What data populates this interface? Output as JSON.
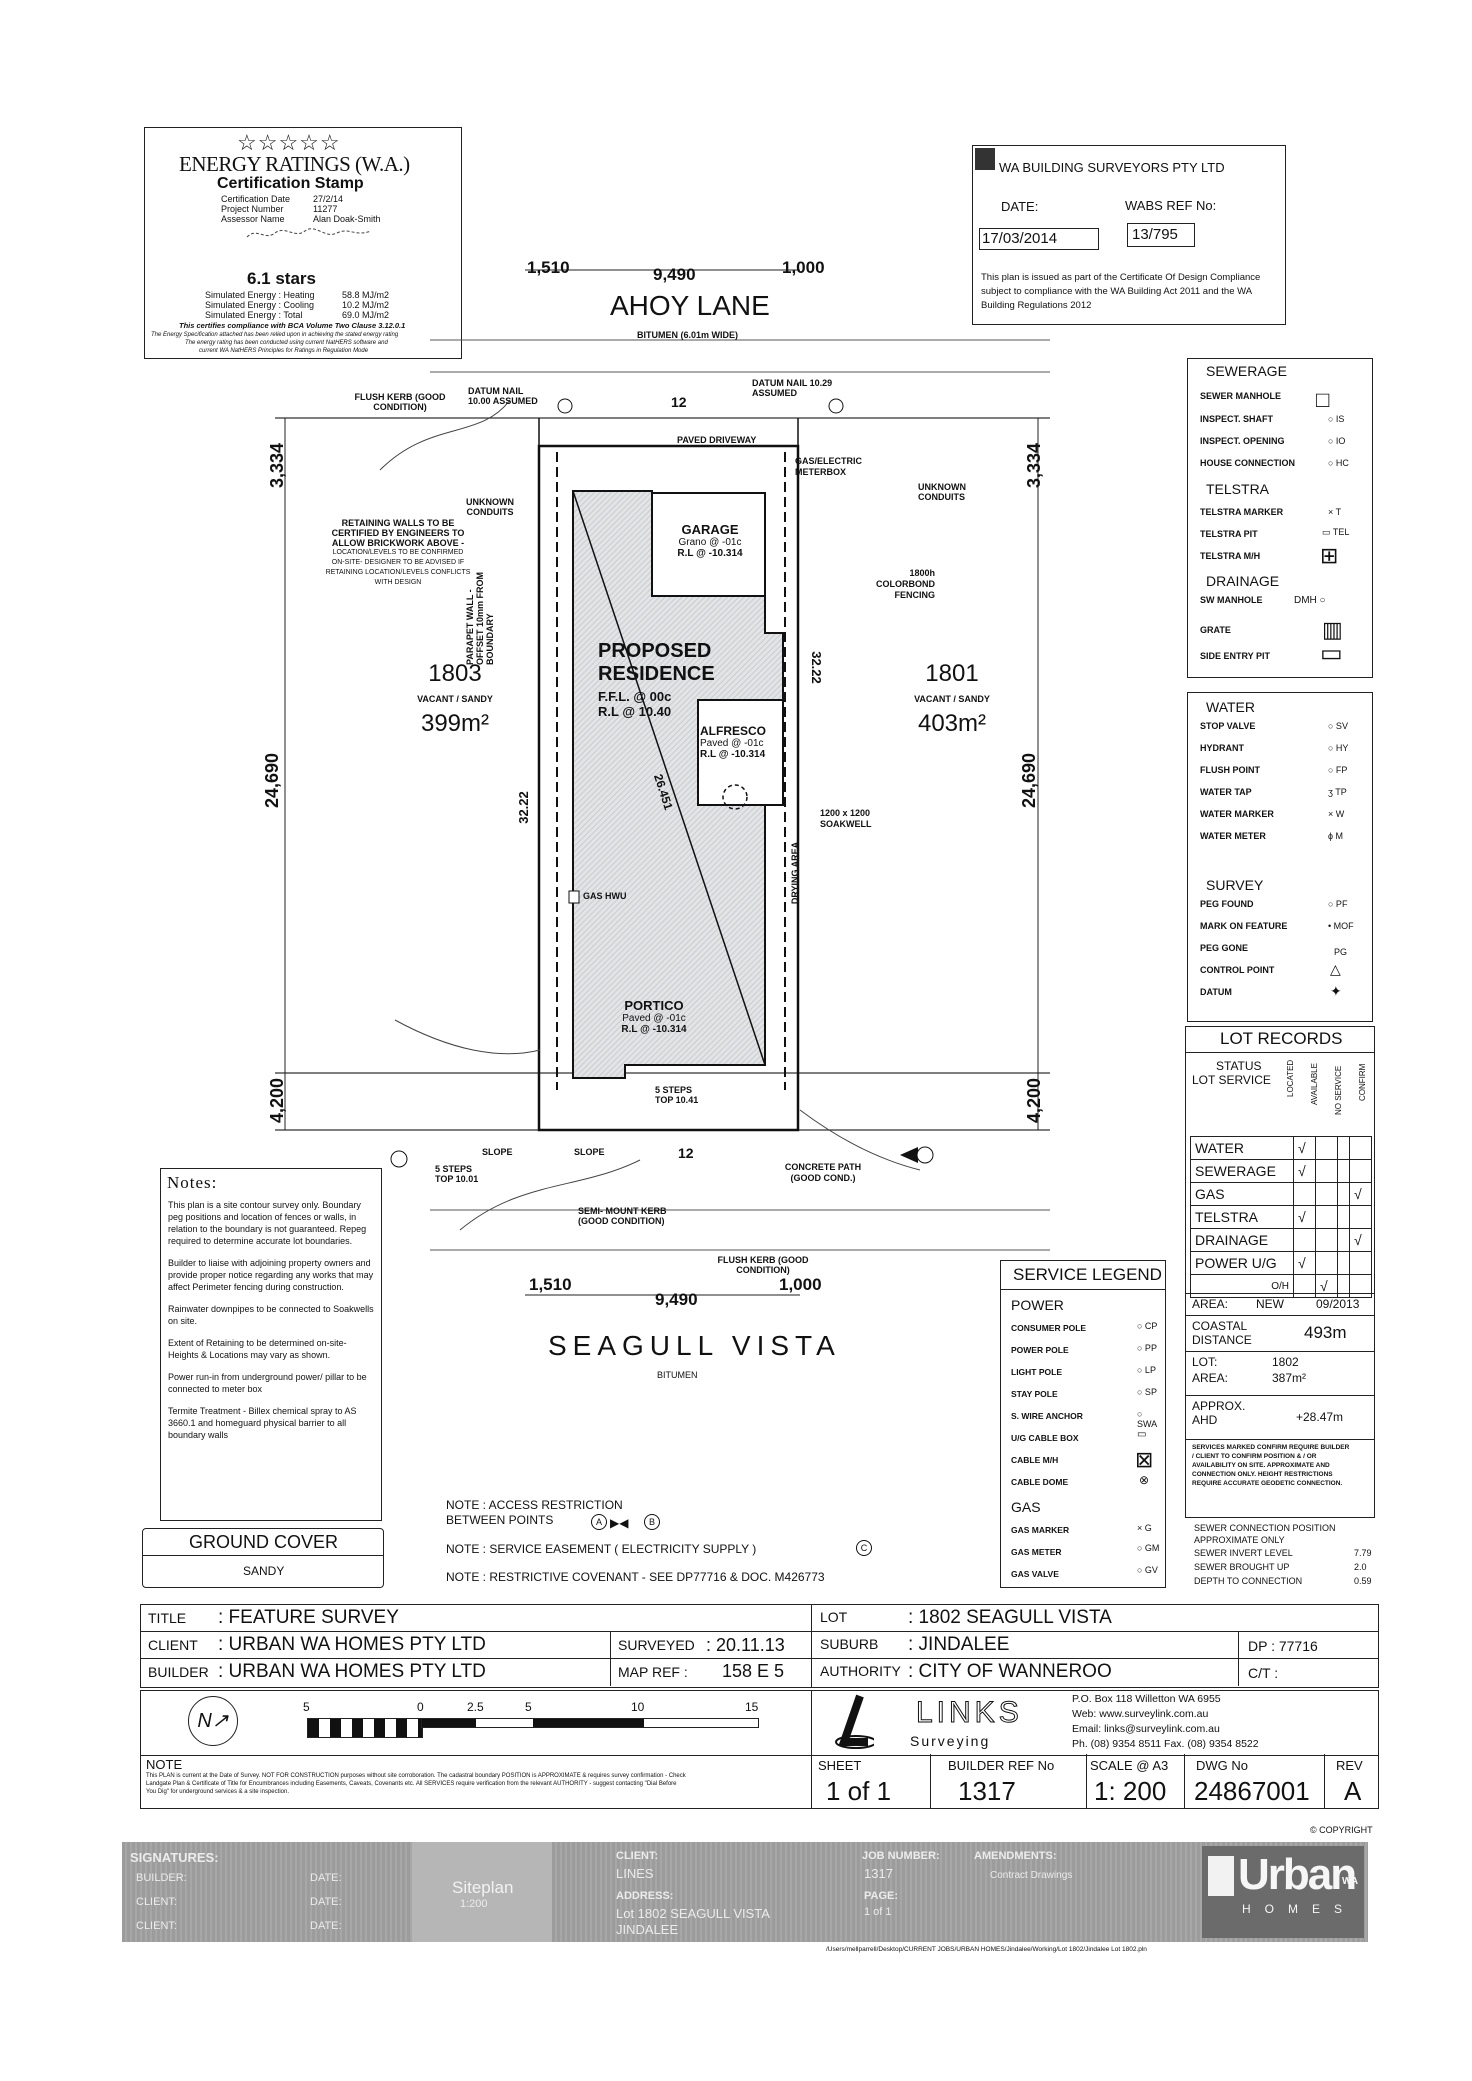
{
  "energy": {
    "stars": "☆☆☆☆☆",
    "brand": "ENERGY RATINGS (W.A.)",
    "stamp": "Certification Stamp",
    "rows": [
      {
        "k": "Certification Date",
        "v": "27/2/14"
      },
      {
        "k": "Project Number",
        "v": "11277"
      },
      {
        "k": "Assessor Name",
        "v": "Alan Doak-Smith"
      }
    ],
    "rating": "6.1 stars",
    "energy_rows": [
      {
        "k": "Simulated Energy : Heating",
        "v": "58.8 MJ/m2"
      },
      {
        "k": "Simulated Energy : Cooling",
        "v": "10.2 MJ/m2"
      },
      {
        "k": "Simulated Energy : Total",
        "v": "69.0 MJ/m2"
      }
    ],
    "compliance": "This certifies compliance with BCA Volume Two Clause 3.12.0.1",
    "fine1": "The Energy Specification attached has been relied upon in achieving the stated energy rating",
    "fine2": "The energy rating has been conducted using current NatHERS software and",
    "fine3": "current WA NatHERS Principles for Ratings in Regulation Mode"
  },
  "wabs": {
    "company": "WA BUILDING SURVEYORS PTY LTD",
    "date_label": "DATE:",
    "date": "17/03/2014",
    "ref_label": "WABS REF No:",
    "ref": "13/795",
    "note": "This plan is issued as part of the Certificate Of Design Compliance subject to compliance with the WA Building Act 2011 and the WA Building Regulations 2012"
  },
  "plan": {
    "street_top": "AHOY LANE",
    "street_top_sub": "BITUMEN (6.01m WIDE)",
    "street_bottom": "SEAGULL VISTA",
    "street_bottom_sub": "BITUMEN",
    "dim_top": [
      "1,510",
      "9,490",
      "1,000"
    ],
    "dim_bottom": [
      "1,510",
      "9,490",
      "1,000"
    ],
    "side_dims": [
      "3,334",
      "24,690",
      "4,200"
    ],
    "lot_left": {
      "num": "1803",
      "desc": "VACANT / SANDY",
      "area": "399m²"
    },
    "lot_right": {
      "num": "1801",
      "desc": "VACANT / SANDY",
      "area": "403m²"
    },
    "residence": [
      "PROPOSED",
      "RESIDENCE",
      "F.F.L. @ 00c",
      "R.L @ 10.40"
    ],
    "garage": [
      "GARAGE",
      "Grano @ -01c",
      "R.L @ -10.314"
    ],
    "alfresco": [
      "ALFRESCO",
      "Paved @ -01c",
      "R.L @ -10.314"
    ],
    "portico": [
      "PORTICO",
      "Paved @ -01c",
      "R.L @ -10.314"
    ],
    "retaining": [
      "RETAINING WALLS TO BE",
      "CERTIFIED BY ENGINEERS TO",
      "ALLOW BRICKWORK ABOVE -",
      "LOCATION/LEVELS TO BE CONFIRMED",
      "ON-SITE- DESIGNER TO BE ADVISED IF",
      "RETAINING LOCATION/LEVELS CONFLICTS",
      "WITH DESIGN"
    ],
    "labels": {
      "flush_kerb_top": "FLUSH KERB (GOOD CONDITION)",
      "datum_left": "DATUM NAIL 10.00 ASSUMED",
      "datum_right": "DATUM NAIL 10.29 ASSUMED",
      "paved_driveway": "PAVED DRIVEWAY",
      "gas_box": "GAS/ELECTRIC METERBOX",
      "unknown_left": "UNKNOWN CONDUITS",
      "unknown_right": "UNKNOWN CONDUITS",
      "colorbond": "1800h COLORBOND FENCING",
      "soakwell": "1200 x 1200 SOAKWELL",
      "gas_hwu": "GAS HWU",
      "parapet": "PARAPET WALL - OFFSET 10mm FROM BOUNDARY",
      "concrete_path": "CONCRETE PATH (GOOD COND.)",
      "mountable_kerb": "SEMI- MOUNT KERB (GOOD CONDITION)",
      "flush_kerb_bottom": "FLUSH KERB (GOOD CONDITION)",
      "steps1": "5 STEPS TOP 10.01",
      "steps2": "5 STEPS TOP 10.41",
      "diag": "26.451",
      "side_322": "32.22",
      "drying": "DRYING AREA",
      "slope": "SLOPE",
      "num12_top": "12",
      "num12_bottom": "12"
    }
  },
  "notes": {
    "title": "Notes:",
    "items": [
      "This plan is a site contour survey only. Boundary peg positions and location of fences or walls, in relation to the boundary is not guaranteed. Repeg required to determine accurate lot boundaries.",
      "Builder to liaise with adjoining property owners and provide proper notice regarding any works that may affect Perimeter fencing during construction.",
      "Rainwater downpipes to be connected to Soakwells on site.",
      "Extent of Retaining to be determined on-site- Heights & Locations may vary as shown.",
      "Power run-in from underground power/ pillar to be connected to meter box",
      "Termite Treatment - Billex chemical spray to AS 3660.1 and homeguard physical barrier to all boundary walls"
    ]
  },
  "ground_cover": {
    "title": "GROUND COVER",
    "value": "SANDY"
  },
  "restriction_notes": [
    "NOTE : ACCESS RESTRICTION BETWEEN POINTS",
    "NOTE : SERVICE EASEMENT ( ELECTRICITY SUPPLY )",
    "NOTE : RESTRICTIVE COVENANT - SEE DP77716 & DOC. M426773"
  ],
  "legend1": {
    "sewerage": "SEWERAGE",
    "sewer_items": [
      {
        "l": "SEWER MANHOLE",
        "s": "□"
      },
      {
        "l": "INSPECT. SHAFT",
        "s": "○ IS"
      },
      {
        "l": "INSPECT. OPENING",
        "s": "○ IO"
      },
      {
        "l": "HOUSE CONNECTION",
        "s": "○ HC"
      }
    ],
    "telstra": "TELSTRA",
    "telstra_items": [
      {
        "l": "TELSTRA MARKER",
        "s": "× T"
      },
      {
        "l": "TELSTRA PIT",
        "s": "▭ TEL"
      },
      {
        "l": "TELSTRA M/H",
        "s": "⊞"
      }
    ],
    "drainage": "DRAINAGE",
    "drain_items": [
      {
        "l": "SW MANHOLE",
        "s": "DMH ○"
      },
      {
        "l": "GRATE",
        "s": "▥"
      },
      {
        "l": "SIDE ENTRY PIT",
        "s": "▭"
      }
    ]
  },
  "legend2": {
    "water": "WATER",
    "water_items": [
      {
        "l": "STOP VALVE",
        "s": "○ SV"
      },
      {
        "l": "HYDRANT",
        "s": "○ HY"
      },
      {
        "l": "FLUSH POINT",
        "s": "○ FP"
      },
      {
        "l": "WATER TAP",
        "s": "ʒ TP"
      },
      {
        "l": "WATER MARKER",
        "s": "× W"
      },
      {
        "l": "WATER METER",
        "s": "ɸ M"
      }
    ],
    "survey": "SURVEY",
    "survey_items": [
      {
        "l": "PEG FOUND",
        "s": "○ PF"
      },
      {
        "l": "MARK ON FEATURE",
        "s": "• MOF"
      },
      {
        "l": "PEG GONE",
        "s": "PG"
      },
      {
        "l": "CONTROL POINT",
        "s": "△"
      },
      {
        "l": "DATUM",
        "s": "✦"
      }
    ]
  },
  "lot_records": {
    "title": "LOT RECORDS",
    "status": "STATUS",
    "lot_service": "LOT SERVICE",
    "cols": [
      "LOCATED",
      "AVAILABLE",
      "NO SERVICE",
      "CONFIRM"
    ],
    "rows": [
      {
        "name": "WATER",
        "marks": [
          "√",
          "",
          "",
          ""
        ]
      },
      {
        "name": "SEWERAGE",
        "marks": [
          "√",
          "",
          "",
          ""
        ]
      },
      {
        "name": "GAS",
        "marks": [
          "",
          "",
          "",
          "√"
        ]
      },
      {
        "name": "TELSTRA",
        "marks": [
          "√",
          "",
          "",
          ""
        ]
      },
      {
        "name": "DRAINAGE",
        "marks": [
          "",
          "",
          "",
          "√"
        ]
      },
      {
        "name": "POWER U/G",
        "marks": [
          "√",
          "",
          "",
          ""
        ]
      },
      {
        "name": "O/H",
        "marks": [
          "",
          "√",
          "",
          ""
        ]
      }
    ],
    "area_label": "AREA:",
    "area_new": "NEW",
    "area_date": "09/2013",
    "coastal_label": "COASTAL DISTANCE",
    "coastal": "493m",
    "lot_label": "LOT:",
    "lot": "1802",
    "lot_area_label": "AREA:",
    "lot_area": "387m²",
    "ahd_label": "APPROX. AHD",
    "ahd": "+28.47m",
    "disclaimer": "SERVICES MARKED CONFIRM REQUIRE BUILDER / CLIENT TO CONFIRM POSITION & / OR AVAILABILITY ON SITE. APPROXIMATE AND CONNECTION ONLY. HEIGHT RESTRICTIONS REQUIRE ACCURATE GEODETIC CONNECTION.",
    "sewer_conn": "SEWER CONNECTION POSITION APPROXIMATE ONLY",
    "sewer_rows": [
      {
        "k": "SEWER INVERT LEVEL",
        "v": "7.79"
      },
      {
        "k": "SEWER BROUGHT UP",
        "v": "2.0"
      },
      {
        "k": "DEPTH TO CONNECTION",
        "v": "0.59"
      }
    ]
  },
  "service_legend": {
    "title": "SERVICE LEGEND",
    "power": "POWER",
    "power_items": [
      {
        "l": "CONSUMER POLE",
        "s": "○ CP"
      },
      {
        "l": "POWER POLE",
        "s": "○ PP"
      },
      {
        "l": "LIGHT POLE",
        "s": "○ LP"
      },
      {
        "l": "STAY POLE",
        "s": "○ SP"
      },
      {
        "l": "S. WIRE ANCHOR",
        "s": "○ SWA"
      },
      {
        "l": "U/G CABLE BOX",
        "s": "▭"
      },
      {
        "l": "CABLE M/H",
        "s": "⊠"
      },
      {
        "l": "CABLE DOME",
        "s": "⊗"
      }
    ],
    "gas": "GAS",
    "gas_items": [
      {
        "l": "GAS MARKER",
        "s": "× G"
      },
      {
        "l": "GAS METER",
        "s": "○ GM"
      },
      {
        "l": "GAS VALVE",
        "s": "○ GV"
      }
    ]
  },
  "title_block": {
    "title_label": "TITLE",
    "title": ": FEATURE SURVEY",
    "client_label": "CLIENT",
    "client": ": URBAN WA HOMES PTY LTD",
    "builder_label": "BUILDER",
    "builder": ": URBAN WA HOMES PTY LTD",
    "surveyed_label": "SURVEYED",
    "surveyed": ": 20.11.13",
    "mapref_label": "MAP REF :",
    "mapref": "158 E 5",
    "lot_label": "LOT",
    "lot": ": 1802 SEAGULL VISTA",
    "suburb_label": "SUBURB",
    "suburb": ": JINDALEE",
    "authority_label": "AUTHORITY",
    "authority": ": CITY OF WANNEROO",
    "dp": "DP : 77716",
    "ct": "C/T :",
    "scale_nums": [
      "5",
      "0",
      "2.5",
      "5",
      "10",
      "15"
    ],
    "links": "LINKS",
    "surveying": "Surveying",
    "contact": [
      "P.O. Box 118 Willetton WA 6955",
      "Web: www.surveylink.com.au",
      "Email: links@surveylink.com.au",
      "Ph. (08) 9354 8511 Fax. (08) 9354 8522"
    ],
    "note_title": "NOTE",
    "note": "This PLAN is current at the Date of Survey. NOT FOR CONSTRUCTION purposes without site corroboration. The cadastral boundary POSITION is APPROXIMATE & requires survey confirmation - Check Landgate Plan & Certificate of Title for Encumbrances including Easements, Caveats, Covenants etc. All SERVICES require verification from the relevant AUTHORITY - suggest contacting \"Dial Before You Dig\" for underground services & a site inspection.",
    "sheet_label": "SHEET",
    "sheet": "1 of 1",
    "builder_ref_label": "BUILDER REF No",
    "builder_ref": "1317",
    "scale_label": "SCALE @ A3",
    "scale": "1: 200",
    "dwg_label": "DWG No",
    "dwg": "24867001",
    "rev_label": "REV",
    "rev": "A",
    "copyright": "© COPYRIGHT"
  },
  "footer": {
    "signatures": "SIGNATURES:",
    "builder": "BUILDER:",
    "client1": "CLIENT:",
    "client2": "CLIENT:",
    "date": "DATE:",
    "siteplan": "Siteplan",
    "siteplan_scale": "1:200",
    "client_label": "CLIENT:",
    "client": "LINES",
    "address_label": "ADDRESS:",
    "address": "Lot 1802 SEAGULL VISTA",
    "suburb": "JINDALEE",
    "job_label": "JOB NUMBER:",
    "job": "1317",
    "page_label": "PAGE:",
    "page": "1 of 1",
    "amend_label": "AMENDMENTS:",
    "amend": "Contract Drawings",
    "urban": "Urban",
    "wa": "WA",
    "homes": "HOMES",
    "path": "/Users/mellparrell/Desktop/CURRENT JOBS/URBAN HOMES/Jindalee/Working/Lot 1802/Jindalee Lot 1802.pln"
  }
}
